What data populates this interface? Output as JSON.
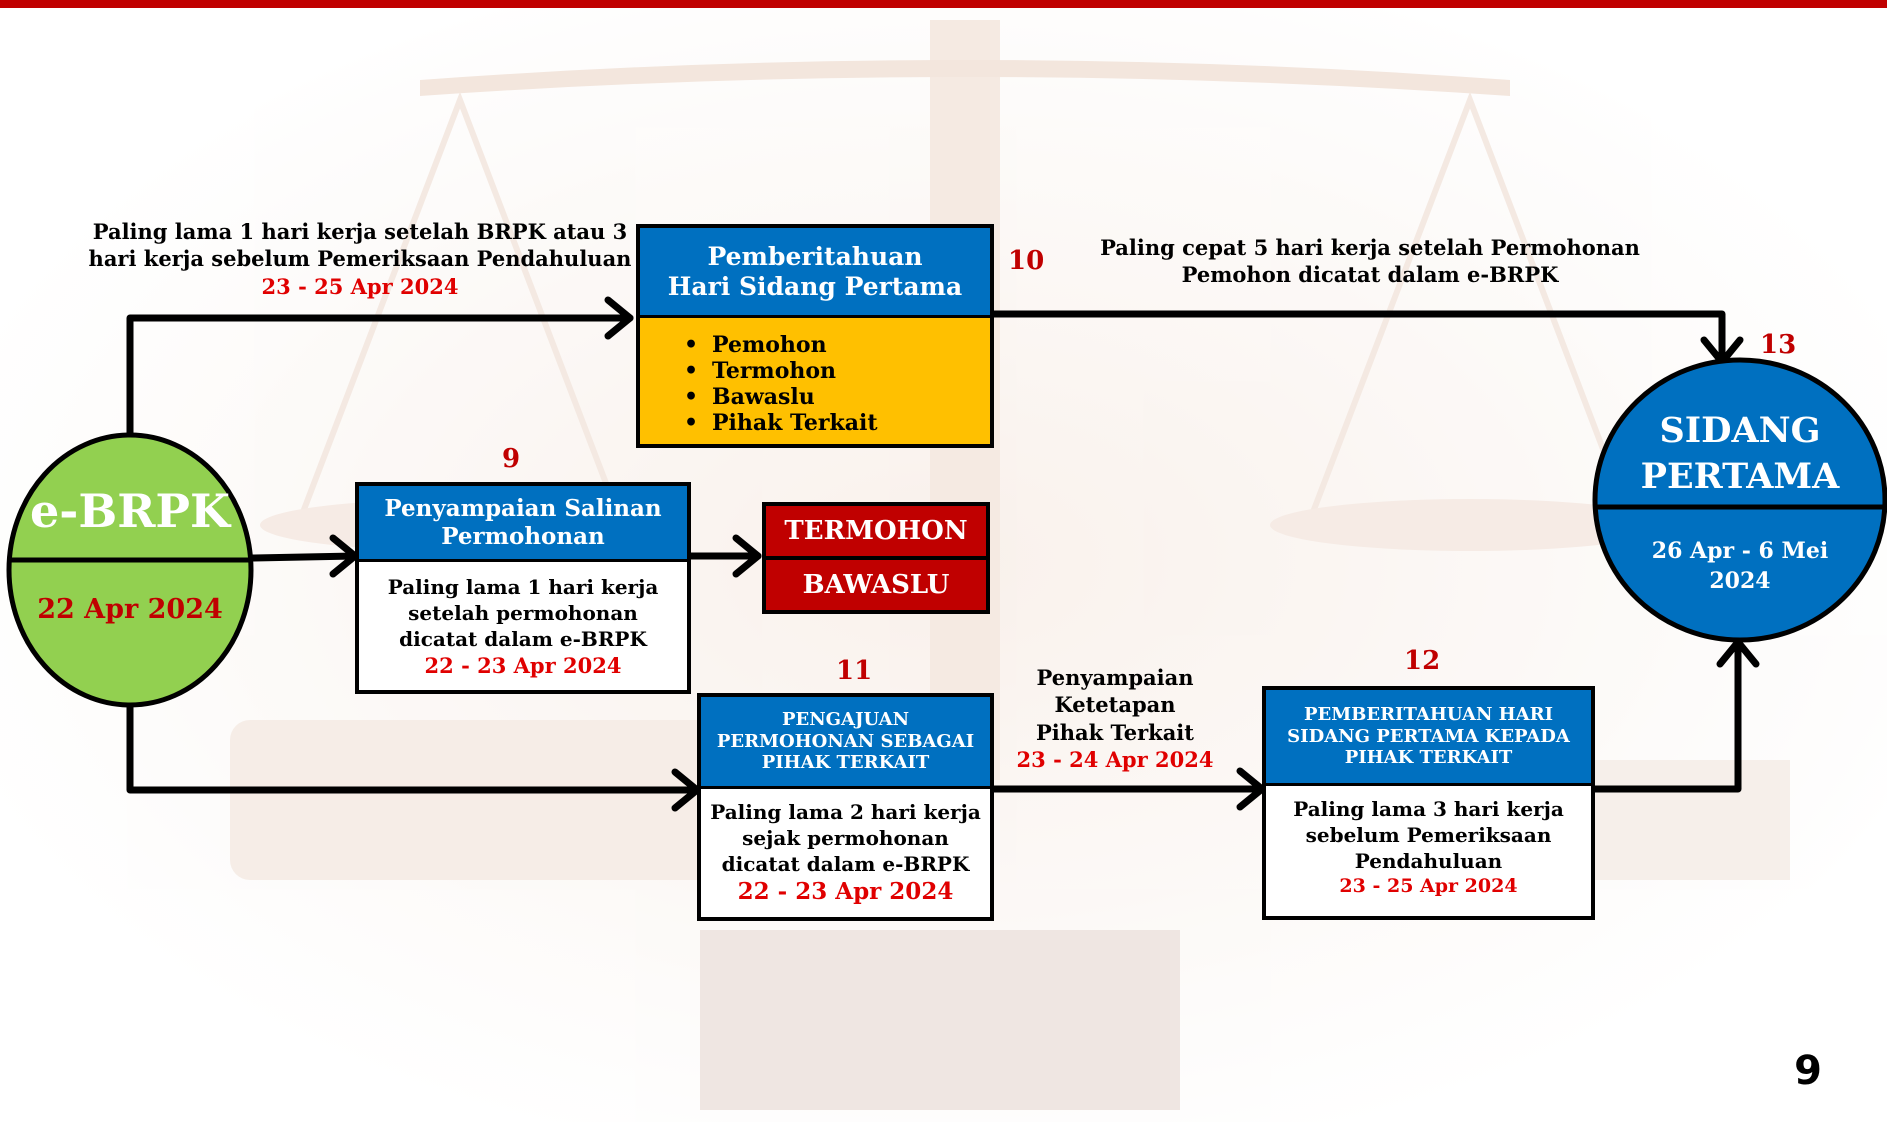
{
  "ebrpk": {
    "title": "e-BRPK",
    "date": "22 Apr 2024"
  },
  "sidang": {
    "number": "13",
    "title_line1": "SIDANG",
    "title_line2": "PERTAMA",
    "date_line1": "26 Apr  - 6 Mei",
    "date_line2": "2024"
  },
  "note_top_left": {
    "line1": "Paling lama 1 hari  kerja setelah BRPK atau 3",
    "line2": "hari kerja sebelum Pemeriksaan Pendahuluan",
    "date": "23 - 25 Apr 2024"
  },
  "note_top_right": {
    "line1": "Paling cepat 5 hari kerja  setelah Permohonan",
    "line2": "Pemohon dicatat dalam e-BRPK"
  },
  "step10": {
    "number": "10",
    "title_line1": "Pemberitahuan",
    "title_line2": "Hari Sidang Pertama",
    "items": [
      "Pemohon",
      "Termohon",
      "Bawaslu",
      "Pihak Terkait"
    ]
  },
  "step9": {
    "number": "9",
    "title_line1": "Penyampaian Salinan",
    "title_line2": "Permohonan",
    "body_line1": "Paling lama 1 hari kerja",
    "body_line2": "setelah permohonan",
    "body_line3": "dicatat dalam e-BRPK",
    "date": "22 - 23 Apr 2024"
  },
  "recipients": {
    "termohon": "TERMOHON",
    "bawaslu": "BAWASLU"
  },
  "step11": {
    "number": "11",
    "title_line1": "PENGAJUAN",
    "title_line2": "PERMOHONAN SEBAGAI",
    "title_line3": "PIHAK TERKAIT",
    "body_line1": "Paling lama 2 hari kerja",
    "body_line2": "sejak permohonan",
    "body_line3": "dicatat dalam e-BRPK",
    "date": "22 - 23 Apr 2024"
  },
  "note_middle": {
    "line1": "Penyampaian Ketetapan",
    "line2": "Pihak Terkait",
    "date": "23 - 24 Apr 2024"
  },
  "step12": {
    "number": "12",
    "title_line1": "PEMBERITAHUAN HARI",
    "title_line2": "SIDANG PERTAMA KEPADA",
    "title_line3": "PIHAK TERKAIT",
    "body_line1": "Paling lama 3 hari kerja",
    "body_line2": "sebelum Pemeriksaan",
    "body_line3": "Pendahuluan",
    "date": "23 - 25 Apr 2024"
  },
  "page_number": "9",
  "colors": {
    "accent_blue": "#0070c0",
    "accent_red": "#c00000",
    "green": "#92d050",
    "yellow": "#ffc000"
  }
}
